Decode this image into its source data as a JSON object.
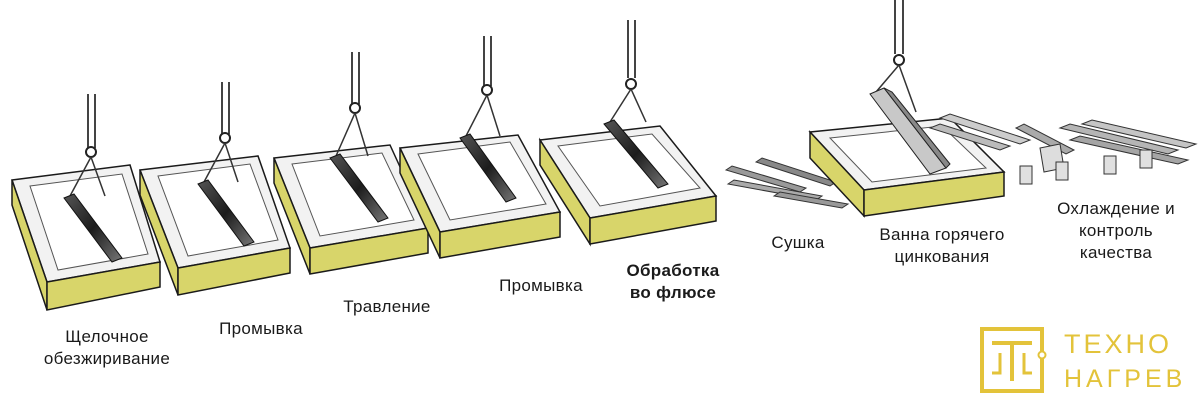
{
  "steps": [
    {
      "lines": [
        "Щелочное",
        "обезжиривание"
      ]
    },
    {
      "lines": [
        "Промывка"
      ]
    },
    {
      "lines": [
        "Травление"
      ]
    },
    {
      "lines": [
        "Промывка"
      ]
    },
    {
      "lines": [
        "Обработка",
        "во флюсе"
      ]
    },
    {
      "lines": [
        "Сушка"
      ]
    },
    {
      "lines": [
        "Ванна горячего",
        "цинкования"
      ]
    },
    {
      "lines": [
        "Охлаждение и",
        "контроль",
        "качества"
      ]
    }
  ],
  "logo": {
    "line1": "ТЕХНО",
    "line2": "НАГРЕВ"
  },
  "colors": {
    "tank_side": "#d8d56a",
    "tank_dark": "#9a9a3a",
    "logo": "#e3c33a",
    "outline": "#1a1a1a"
  }
}
